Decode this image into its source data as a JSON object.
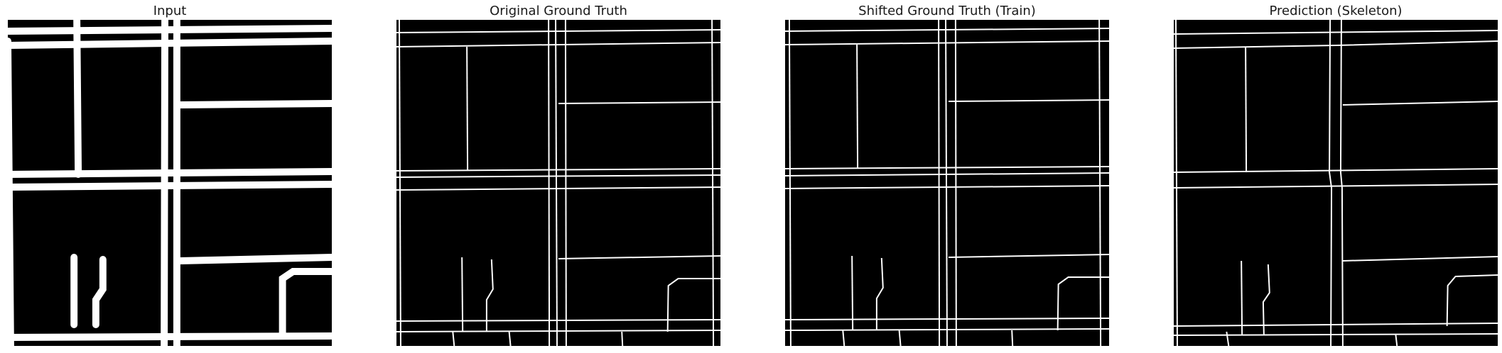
{
  "panels": [
    {
      "title": "Input"
    },
    {
      "title": "Original Ground Truth"
    },
    {
      "title": "Shifted Ground Truth (Train)"
    },
    {
      "title": "Prediction (Skeleton)"
    }
  ],
  "colors": {
    "background": "#ffffff",
    "image_bg": "#000000",
    "road": "#ffffff",
    "title_text": "#1a1a1a"
  }
}
